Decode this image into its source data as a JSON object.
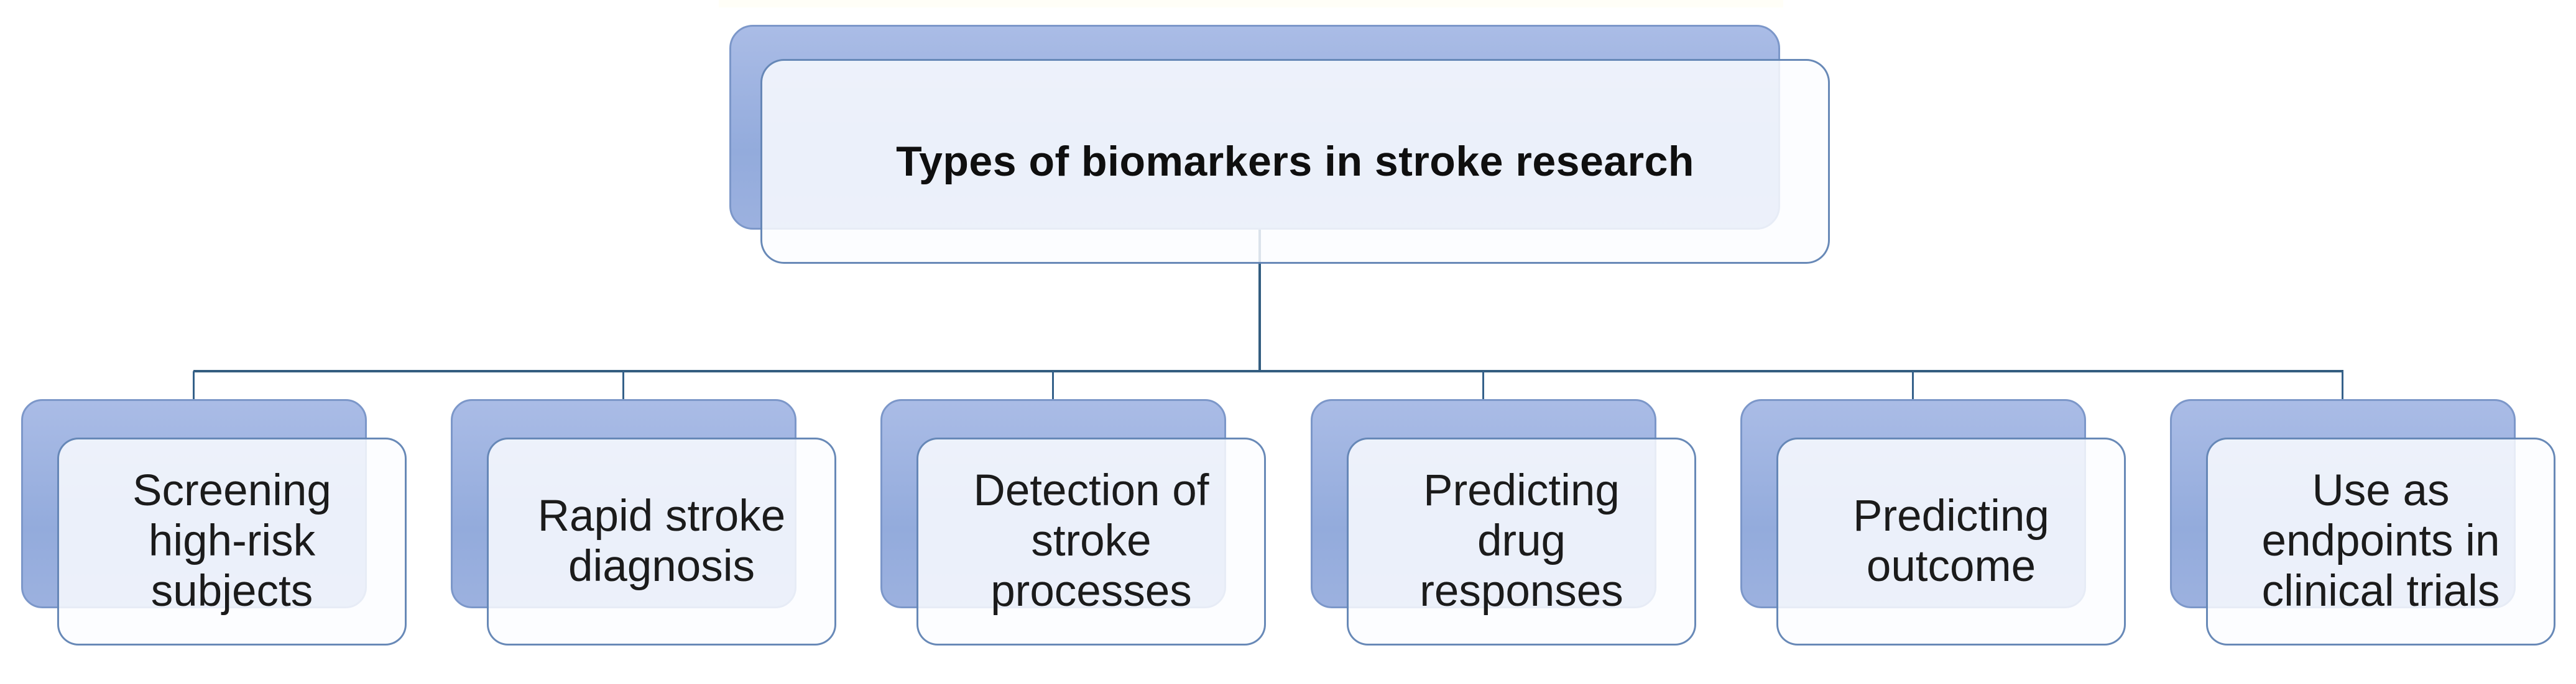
{
  "figure": {
    "title": "Types of biomarkers in stroke research",
    "children": [
      {
        "label": "Screening\nhigh-risk\nsubjects"
      },
      {
        "label": "Rapid stroke\ndiagnosis"
      },
      {
        "label": "Detection of\nstroke\nprocesses"
      },
      {
        "label": "Predicting\ndrug\nresponses"
      },
      {
        "label": "Predicting\noutcome"
      },
      {
        "label": "Use as\nendpoints in\nclinical trials"
      }
    ]
  },
  "colors": {
    "background": "#ffffff",
    "back_box_fill_top": "#aabce6",
    "back_box_fill_bottom": "#93abdc",
    "back_box_border": "#7c97c9",
    "front_box_fill": "rgba(252,253,255,0.84)",
    "front_box_border": "#4d74aa",
    "connector_line": "#335d80",
    "text": "#1b1b1b"
  }
}
